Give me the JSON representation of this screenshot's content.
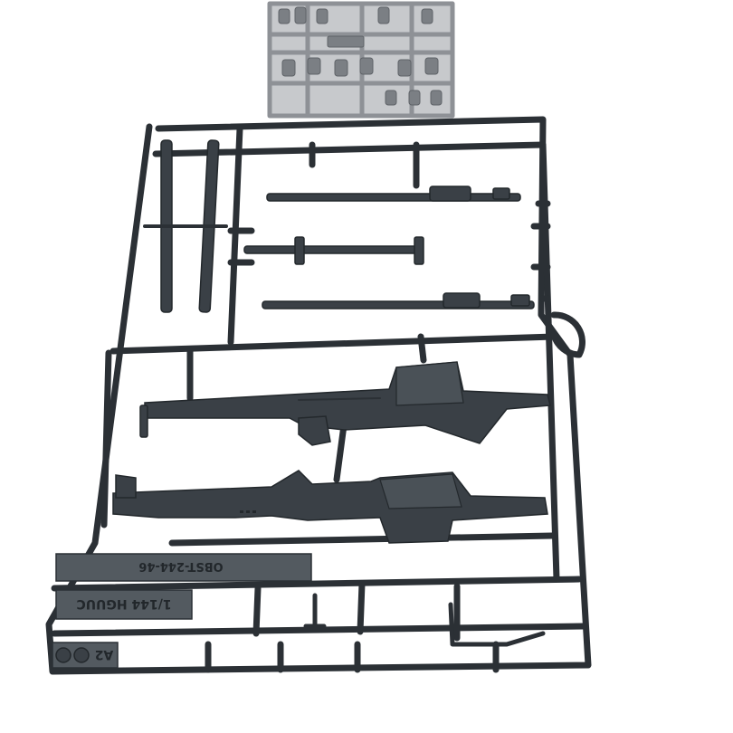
{
  "image": {
    "subject": "plastic model kit sprue with rifle parts",
    "colors": {
      "background": "#ffffff",
      "sprue": "#2b3035",
      "sprue_part": "#3a4046",
      "gray_sprue": "#8e9196"
    }
  },
  "molded_text": {
    "scale_label": "1/144 HGUUC",
    "part_code": "A2",
    "kit_text": "OBST-244-46"
  }
}
